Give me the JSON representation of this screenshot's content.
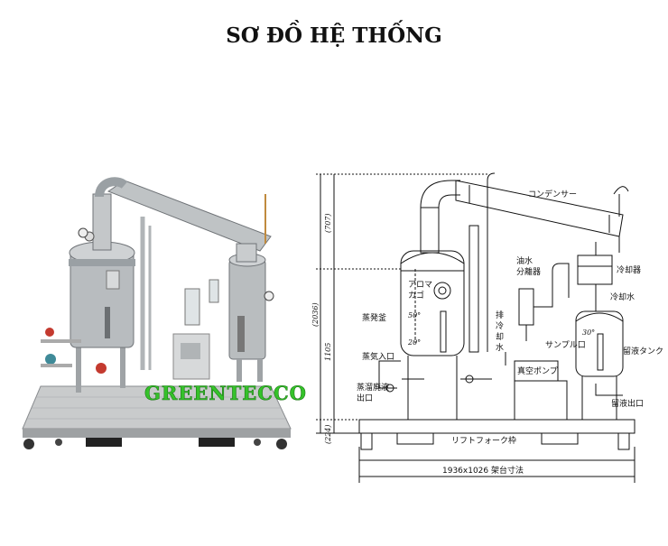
{
  "title": "SƠ ĐỒ HỆ THỐNG",
  "watermark": "GREENTECCO",
  "colors": {
    "watermark": "#35c22a",
    "steel": "#b9bdc0",
    "steel_dark": "#7d8286",
    "platform": "#c7c9ca"
  },
  "photo": {
    "description_icon": "distillation-unit-photo"
  },
  "drawing": {
    "labels": {
      "condenser": "コンデンサー",
      "oil_water_separator_1": "油水",
      "oil_water_separator_2": "分離器",
      "cooler": "冷却器",
      "aroma_basket_1": "アロマ",
      "aroma_basket_2": "カゴ",
      "coolant_drain_1": "冷",
      "coolant_drain_2": "却",
      "coolant_drain_3": "水",
      "coolant_drain_top": "排",
      "coolant": "冷却水",
      "still": "蒸発釜",
      "steam_inlet": "蒸気入口",
      "residue_outlet_1": "蒸溜廃液",
      "residue_outlet_2": "出口",
      "sample": "サンプル口",
      "vacuum_pump": "真空ポンプ",
      "distillate_tank": "留液タンク",
      "distillate_outlet": "留液出口",
      "forklift_frame": "リフトフォーク枠",
      "frame_size": "1936x1026 架台寸法"
    },
    "dimensions": {
      "d707": "(707)",
      "d2036": "(2036)",
      "d1105": "1105",
      "d224": "(224)"
    },
    "levels": {
      "l50a": "50°",
      "l20": "20°",
      "l50b": "30°"
    }
  }
}
